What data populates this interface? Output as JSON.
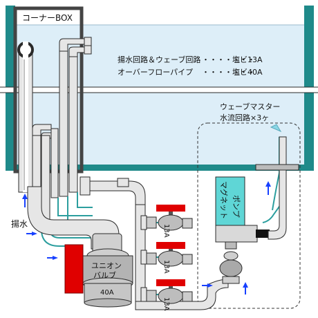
{
  "colors": {
    "tank_frame": "#1f8a8a",
    "water": "#ddeef8",
    "pipe_fill": "#e6e6e6",
    "pipe_outline": "#2a2a2a",
    "pipe_inner": "#7f7f7f",
    "valve_handle": "#e00000",
    "pump": "#5fd6d6",
    "pump_base": "#d9d9d9",
    "union_valve": "#b3b3b3",
    "flow_arrow": "#1740ff",
    "teal_hose": "#2b9e9e",
    "box_frame": "#444444"
  },
  "labels": {
    "corner_box": "コーナーBOX",
    "line1_left": "揚水回路＆ウェーブ回路",
    "line1_dots": "・・・・・・・",
    "line1_right": "塩ビ13A",
    "line2_left": "オーバーフローパイプ",
    "line2_dots": "・・・・・・・",
    "line2_right": "塩ビ40A",
    "wave_master": "ウェーブマスター",
    "water_circuit": "水流回路×3ヶ",
    "pump_left": "マグネット",
    "pump_right": "ポンプ",
    "union_valve_1": "ユニオン",
    "union_valve_2": "バルブ",
    "union_valve_size": "40A",
    "lift_water": "揚水",
    "valve_size": "13A"
  },
  "icons": {
    "flow_arrow": "blue-arrow-icon",
    "valve_handle": "red-valve-handle-icon"
  }
}
